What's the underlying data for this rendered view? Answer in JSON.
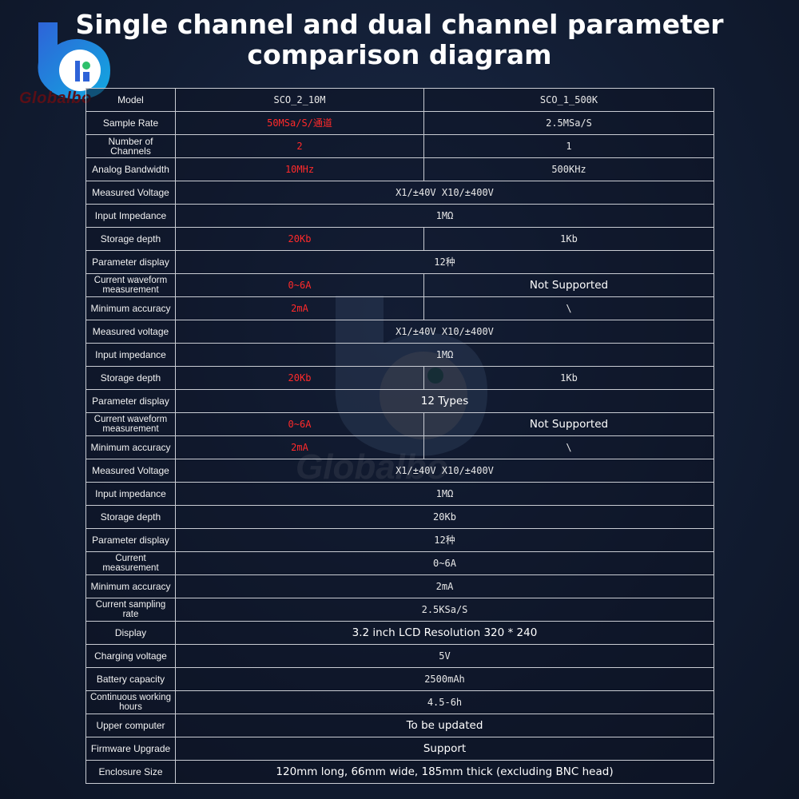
{
  "brand": {
    "logo_text": "Globalbo"
  },
  "title": {
    "line1": "Single channel and dual channel parameter",
    "line2": "comparison diagram"
  },
  "colors": {
    "highlight": "#ff2a2a",
    "border": "#c9ccd3",
    "background": "#121d33"
  },
  "table": {
    "rows": [
      {
        "label": "Model",
        "values": [
          "SCO_2_10M",
          "SCO_1_500K"
        ]
      },
      {
        "label": "Sample Rate",
        "values": [
          "50MSa/S/通道",
          "2.5MSa/S"
        ]
      },
      {
        "label": "Number of Channels",
        "values": [
          "2",
          "1"
        ]
      },
      {
        "label": "Analog Bandwidth",
        "values": [
          "10MHz",
          "500KHz"
        ]
      },
      {
        "label": "Measured Voltage",
        "values": [
          "X1/±40V   X10/±400V"
        ]
      },
      {
        "label": "Input Impedance",
        "values": [
          "1MΩ"
        ]
      },
      {
        "label": "Storage depth",
        "values": [
          "20Kb",
          "1Kb"
        ]
      },
      {
        "label": "Parameter display",
        "values": [
          "12种"
        ]
      },
      {
        "label": "Current waveform measurement",
        "values": [
          "0~6A",
          "Not Supported"
        ]
      },
      {
        "label": "Minimum accuracy",
        "values": [
          "2mA",
          "\\"
        ]
      },
      {
        "label": "Measured voltage",
        "values": [
          "X1/±40V   X10/±400V"
        ]
      },
      {
        "label": "Input impedance",
        "values": [
          "1MΩ"
        ]
      },
      {
        "label": "Storage depth",
        "values": [
          "20Kb",
          "1Kb"
        ]
      },
      {
        "label": "Parameter display",
        "values": [
          "12 Types"
        ]
      },
      {
        "label": "Current waveform measurement",
        "values": [
          "0~6A",
          "Not Supported"
        ]
      },
      {
        "label": "Minimum accuracy",
        "values": [
          "2mA",
          "\\"
        ]
      },
      {
        "label": "Measured Voltage",
        "values": [
          "X1/±40V   X10/±400V"
        ]
      },
      {
        "label": "Input impedance",
        "values": [
          "1MΩ"
        ]
      },
      {
        "label": "Storage depth",
        "values": [
          "20Kb"
        ]
      },
      {
        "label": "Parameter display",
        "values": [
          "12种"
        ]
      },
      {
        "label": "Current measurement",
        "values": [
          "0~6A"
        ]
      },
      {
        "label": "Minimum accuracy",
        "values": [
          "2mA"
        ]
      },
      {
        "label": "Current sampling rate",
        "values": [
          "2.5KSa/S"
        ]
      },
      {
        "label": "Display",
        "values": [
          "3.2 inch LCD Resolution 320 * 240"
        ]
      },
      {
        "label": "Charging voltage",
        "values": [
          "5V"
        ]
      },
      {
        "label": "Battery capacity",
        "values": [
          "2500mAh"
        ]
      },
      {
        "label": "Continuous working hours",
        "values": [
          "4.5-6h"
        ]
      },
      {
        "label": "Upper computer",
        "values": [
          "To be updated"
        ]
      },
      {
        "label": "Firmware Upgrade",
        "values": [
          "Support"
        ]
      },
      {
        "label": "Enclosure Size",
        "values": [
          "120mm long, 66mm wide, 185mm thick (excluding BNC head)"
        ]
      }
    ]
  }
}
